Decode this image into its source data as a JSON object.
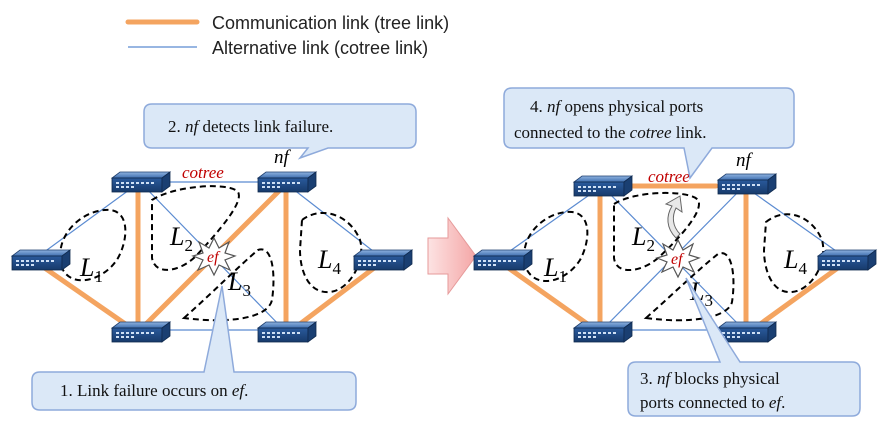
{
  "legend": {
    "tree_label": "Communication link (tree link)",
    "cotree_label": "Alternative link (cotree link)",
    "tree_color": "#f4a460",
    "cotree_color": "#5b8bd1"
  },
  "left": {
    "callout_top_pre": "2.",
    "callout_top_nf": "nf",
    "callout_top_post": "detects link failure.",
    "callout_bottom_pre": "1. Link failure occurs on",
    "callout_bottom_ef": "ef",
    "callout_bottom_post": ".",
    "cotree_label": "cotree",
    "nf_label": "nf",
    "ef_label": "ef",
    "loops": [
      {
        "main": "L",
        "sub": "1"
      },
      {
        "main": "L",
        "sub": "2"
      },
      {
        "main": "L",
        "sub": "3"
      },
      {
        "main": "L",
        "sub": "4"
      }
    ]
  },
  "right": {
    "callout_top_line1_pre": "4.",
    "callout_top_line1_nf": "nf",
    "callout_top_line1_post": "opens physical ports",
    "callout_top_line2_pre": "connected to the",
    "callout_top_line2_em": "cotree",
    "callout_top_line2_post": "link.",
    "callout_bottom_line1_pre": "3.",
    "callout_bottom_line1_nf": "nf",
    "callout_bottom_line1_post": "blocks physical",
    "callout_bottom_line2_pre": "ports connected to",
    "callout_bottom_line2_ef": "ef",
    "callout_bottom_line2_post": ".",
    "cotree_label": "cotree",
    "nf_label": "nf",
    "ef_label": "ef",
    "loops": [
      {
        "main": "L",
        "sub": "1"
      },
      {
        "main": "L",
        "sub": "2"
      },
      {
        "main": "L",
        "sub": "3"
      },
      {
        "main": "L",
        "sub": "4"
      }
    ]
  },
  "arrow_color": "#f4b6b6",
  "switch_color": "#1f4e8c"
}
